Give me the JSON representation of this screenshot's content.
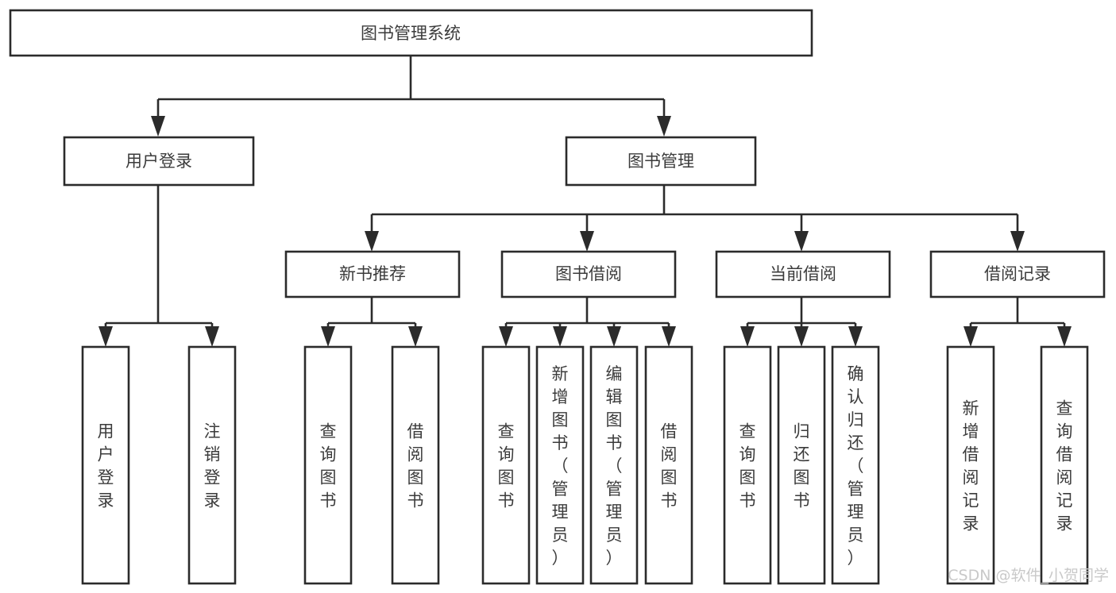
{
  "diagram": {
    "type": "tree-hierarchy-chart",
    "title": "图书管理系统",
    "orientation": "top-down",
    "box_fill": "#ffffff",
    "box_stroke": "#2b2b2b",
    "text_color": "#3b3b3b",
    "background": "#ffffff",
    "root": {
      "label": "图书管理系统",
      "level": 1,
      "text_orientation": "horizontal"
    },
    "level2": [
      {
        "label": "用户登录",
        "text_orientation": "horizontal"
      },
      {
        "label": "图书管理",
        "text_orientation": "horizontal"
      }
    ],
    "level3": [
      {
        "label": "新书推荐",
        "parent": "图书管理",
        "text_orientation": "horizontal"
      },
      {
        "label": "图书借阅",
        "parent": "图书管理",
        "text_orientation": "horizontal"
      },
      {
        "label": "当前借阅",
        "parent": "图书管理",
        "text_orientation": "horizontal"
      },
      {
        "label": "借阅记录",
        "parent": "图书管理",
        "text_orientation": "horizontal"
      }
    ],
    "leaves": [
      {
        "label": "用户登录",
        "parent": "用户登录",
        "text_orientation": "vertical"
      },
      {
        "label": "注销登录",
        "parent": "用户登录",
        "text_orientation": "vertical"
      },
      {
        "label": "查询图书",
        "parent": "新书推荐",
        "text_orientation": "vertical"
      },
      {
        "label": "借阅图书",
        "parent": "新书推荐",
        "text_orientation": "vertical"
      },
      {
        "label": "查询图书",
        "parent": "图书借阅",
        "text_orientation": "vertical"
      },
      {
        "label": "新增图书（管理员）",
        "parent": "图书借阅",
        "text_orientation": "vertical"
      },
      {
        "label": "编辑图书（管理员）",
        "parent": "图书借阅",
        "text_orientation": "vertical"
      },
      {
        "label": "借阅图书",
        "parent": "图书借阅",
        "text_orientation": "vertical"
      },
      {
        "label": "查询图书",
        "parent": "当前借阅",
        "text_orientation": "vertical"
      },
      {
        "label": "归还图书",
        "parent": "当前借阅",
        "text_orientation": "vertical"
      },
      {
        "label": "确认归还（管理员）",
        "parent": "当前借阅",
        "text_orientation": "vertical"
      },
      {
        "label": "新增借阅记录",
        "parent": "借阅记录",
        "text_orientation": "vertical"
      },
      {
        "label": "查询借阅记录",
        "parent": "借阅记录",
        "text_orientation": "vertical"
      }
    ]
  },
  "watermark": {
    "text": "CSDN @软件_小贺同学"
  }
}
